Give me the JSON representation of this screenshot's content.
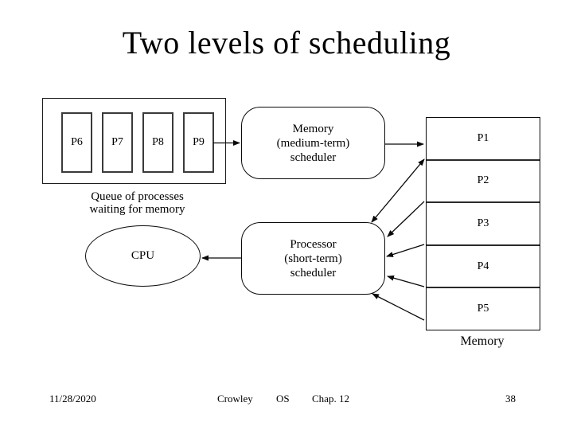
{
  "slide": {
    "title": "Two levels of scheduling",
    "footer": {
      "date": "11/28/2020",
      "author": "Crowley",
      "course": "OS",
      "chapter": "Chap. 12",
      "page_number": "38"
    }
  },
  "diagram": {
    "queue": {
      "processes": [
        "P6",
        "P7",
        "P8",
        "P9"
      ],
      "caption_line1": "Queue of processes",
      "caption_line2": "waiting for memory"
    },
    "memory_scheduler": {
      "lines": [
        "Memory",
        "(medium-term)",
        "scheduler"
      ]
    },
    "processor_scheduler": {
      "lines": [
        "Processor",
        "(short-term)",
        "scheduler"
      ]
    },
    "cpu_label": "CPU",
    "memory": {
      "processes": [
        "P1",
        "P2",
        "P3",
        "P4",
        "P5"
      ],
      "label": "Memory"
    },
    "colors": {
      "ink": "#0a0a0a",
      "background": "#ffffff"
    }
  }
}
